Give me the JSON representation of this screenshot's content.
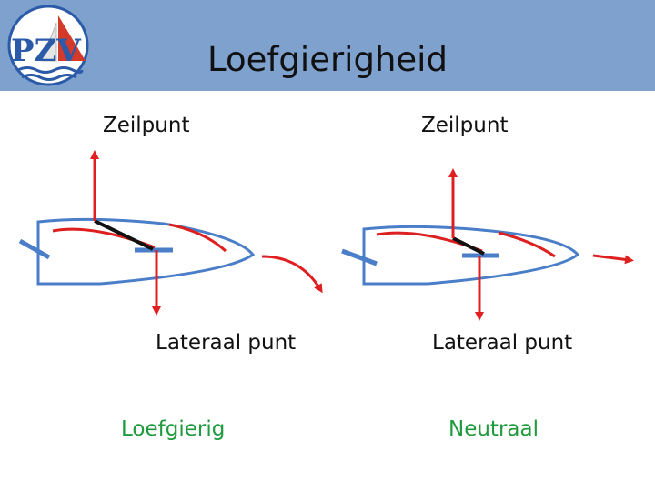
{
  "header": {
    "title": "Loefgierigheid",
    "logo_text": "PZV",
    "background_color": "#7ea1ce"
  },
  "left_diagram": {
    "top_label": "Zeilpunt",
    "bottom_label": "Lateraal punt",
    "caption": "Loefgierig"
  },
  "right_diagram": {
    "top_label": "Zeilpunt",
    "bottom_label": "Lateraal punt",
    "caption": "Neutraal"
  },
  "colors": {
    "force_arrow": "#e02020",
    "hull_outline": "#4a7ec8",
    "sail": "#dd1f1f",
    "caption_green": "#1f9a3c",
    "rudder_keel": "#4a7ec8"
  }
}
